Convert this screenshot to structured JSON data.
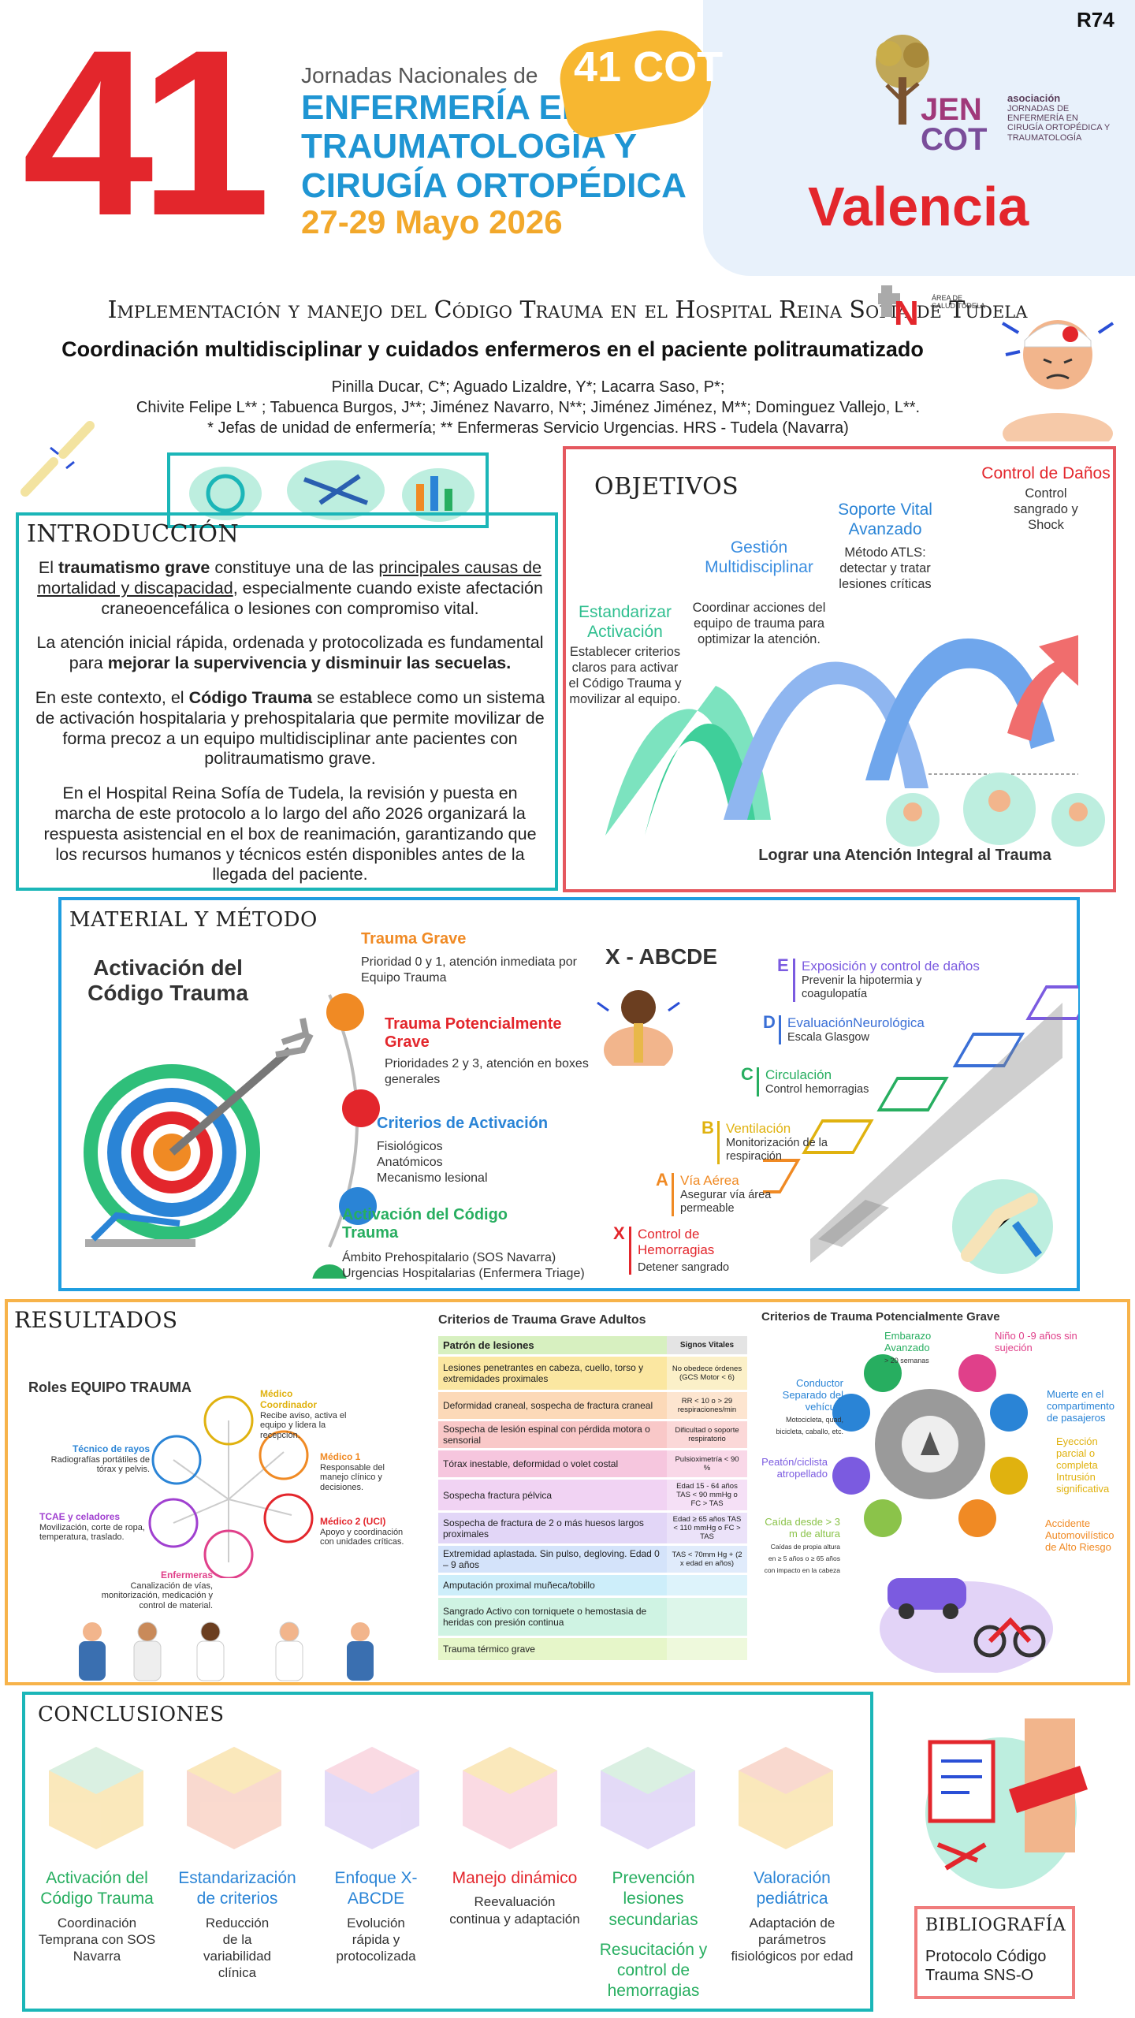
{
  "header": {
    "number": "41",
    "jornadas": "Jornadas Nacionales de",
    "title": "ENFERMERÍA EN TRAUMATOLOGÍA Y CIRUGÍA ORTOPÉDICA",
    "dates": "27-29 Mayo 2026",
    "badge": "41 COT",
    "code": "R74",
    "city": "Valencia",
    "assoc_title": "asociación",
    "assoc_text": "JORNADAS DE ENFERMERÍA EN CIRUGÍA ORTOPÉDICA Y TRAUMATOLOGÍA",
    "jen": "JEN",
    "cot": "COT"
  },
  "title": {
    "main": "Implementación y manejo del Código Trauma en el Hospital Reina Sofía de Tudela",
    "sub": "Coordinación multidisciplinar y cuidados enfermeros en el paciente politraumatizado",
    "authors1": "Pinilla Ducar, C*; Aguado Lizaldre, Y*; Lacarra Saso, P*;",
    "authors2": "Chivite Felipe L** ; Tabuenca Burgos, J**; Jiménez Navarro, N**; Jiménez Jiménez, M**; Dominguez Vallejo, L**.",
    "authors3": "* Jefas de unidad de enfermería; ** Enfermeras Servicio Urgencias. HRS - Tudela (Navarra)",
    "area": "ÁREA DE SALUD TUDELA"
  },
  "intro": {
    "heading": "INTRODUCCIÓN",
    "p1_a": "El ",
    "p1_b": "traumatismo grave",
    "p1_c": " constituye una de las ",
    "p1_d": "principales causas de mortalidad y discapacidad",
    "p1_e": ", especialmente cuando existe afectación craneoencefálica o lesiones con compromiso vital.",
    "p2_a": "La atención inicial rápida, ordenada y protocolizada es fundamental para ",
    "p2_b": "mejorar la supervivencia y disminuir las secuelas.",
    "p3_a": "En este contexto, el ",
    "p3_b": "Código Trauma",
    "p3_c": " se establece como un sistema de activación hospitalaria y prehospitalaria que permite movilizar de forma precoz a un equipo multidisciplinar ante pacientes con politraumatismo grave.",
    "p4": "En el Hospital Reina Sofía de Tudela, la revisión y puesta en marcha de este protocolo a lo largo del año 2026 organizará la respuesta asistencial en el box de reanimación, garantizando que los recursos humanos y técnicos estén disponibles antes de la llegada del paciente."
  },
  "objectives": {
    "heading": "OBJETIVOS",
    "o1_h": "Estandarizar Activación",
    "o1_d": "Establecer criterios claros para activar el Código Trauma y movilizar al equipo.",
    "o2_h": "Gestión Multidisciplinar",
    "o2_d": "Coordinar acciones del equipo de trauma para optimizar la atención.",
    "o3_h": "Soporte Vital Avanzado",
    "o3_d": "Método ATLS: detectar y tratar lesiones críticas",
    "o4_h": "Control de Daños",
    "o4_d": "Control sangrado y Shock",
    "footer": "Lograr una Atención Integral al Trauma",
    "colors": {
      "o1": "#2fbf8f",
      "o2": "#3a8de0",
      "o3": "#2a84d6",
      "o4": "#e3262c"
    }
  },
  "material": {
    "heading": "MATERIAL Y MÉTODO",
    "activation_title": "Activación del Código Trauma",
    "items": [
      {
        "title": "Trauma Grave",
        "desc": "Prioridad 0 y 1, atención inmediata por Equipo Trauma",
        "color": "#f08a24"
      },
      {
        "title": "Trauma Potencialmente Grave",
        "desc": "Prioridades 2 y 3, atención en boxes generales",
        "color": "#e3262c"
      },
      {
        "title": "Criterios de Activación",
        "desc": "Fisiológicos\nAnatómicos\nMecanismo lesional",
        "color": "#2a84d6"
      },
      {
        "title": "Activación del Código Trauma",
        "desc": "Ámbito Prehospitalario (SOS Navarra)\nUrgencias Hospitalarias (Enfermera Triage)",
        "color": "#27ae60"
      }
    ],
    "abcde_title": "X - ABCDE",
    "steps": [
      {
        "letter": "E",
        "head": "Exposición y control de daños",
        "desc": "Prevenir la hipotermia y coagulopatía",
        "color": "#7b5be0"
      },
      {
        "letter": "D",
        "head": "EvaluaciónNeurológica",
        "desc": "Escala Glasgow",
        "color": "#3a6fd6"
      },
      {
        "letter": "C",
        "head": "Circulación",
        "desc": "Control hemorragias",
        "color": "#27ae60"
      },
      {
        "letter": "B",
        "head": "Ventilación",
        "desc": "Monitorización de la respiración",
        "color": "#e0b20f"
      },
      {
        "letter": "A",
        "head": "Vía Aérea",
        "desc": "Asegurar vía área permeable",
        "color": "#f08a24"
      },
      {
        "letter": "X",
        "head": "Control de Hemorragias",
        "desc": "Detener sangrado",
        "color": "#e3262c"
      }
    ]
  },
  "results": {
    "heading": "RESULTADOS",
    "roles_title": "Roles EQUIPO TRAUMA",
    "roles": [
      {
        "name": "Médico Coordinador",
        "desc": "Recibe aviso, activa el equipo y lidera la recepción.",
        "color": "#e0b20f"
      },
      {
        "name": "Médico 1",
        "desc": "Responsable del manejo clínico y decisiones.",
        "color": "#f08a24"
      },
      {
        "name": "Médico 2 (UCI)",
        "desc": "Apoyo y coordinación con unidades críticas.",
        "color": "#e3262c"
      },
      {
        "name": "Enfermeras",
        "desc": "Canalización de vías, monitorización, medicación y control de material.",
        "color": "#e0408a"
      },
      {
        "name": "TCAE y celadores",
        "desc": "Movilización, corte de ropa, temperatura, traslado.",
        "color": "#a040d0"
      },
      {
        "name": "Técnico de rayos",
        "desc": "Radiografías portátiles de tórax y pelvis.",
        "color": "#2a84d6"
      }
    ],
    "table_title": "Criterios de Trauma Grave Adultos",
    "table_head1": "Patrón de lesiones",
    "table_head2": "Signos Vitales",
    "rows": [
      {
        "lesion": "Lesiones penetrantes en cabeza, cuello, torso y extremidades proximales",
        "vital": "No obedece órdenes (GCS Motor < 6)",
        "color": "#fbe7a1"
      },
      {
        "lesion": "Deformidad craneal, sospecha de fractura craneal",
        "vital": "RR < 10 o > 29 respiraciones/min",
        "color": "#fcd9b8"
      },
      {
        "lesion": "Sospecha de lesión espinal con pérdida motora o sensorial",
        "vital": "Dificultad o soporte respiratorio",
        "color": "#f9c8c8"
      },
      {
        "lesion": "Tórax inestable, deformidad o volet costal",
        "vital": "Pulsioximetría < 90 %",
        "color": "#f6c6de"
      },
      {
        "lesion": "Sospecha fractura pélvica",
        "vital": "Edad 15 - 64 años TAS < 90 mmHg o FC > TAS",
        "color": "#f1d3f3"
      },
      {
        "lesion": "Sospecha de fractura de 2 o más huesos largos proximales",
        "vital": "Edad ≥ 65 años TAS < 110 mmHg o FC > TAS",
        "color": "#e2d6f7"
      },
      {
        "lesion": "Extremidad aplastada. Sin pulso, degloving. Edad 0 – 9 años",
        "vital": "TAS < 70mm Hg + (2 x edad en años)",
        "color": "#d4e3fa"
      },
      {
        "lesion": "Amputación proximal muñeca/tobillo",
        "vital": "",
        "color": "#cdeefa"
      },
      {
        "lesion": "Sangrado Activo con torniquete o hemostasia de heridas con presión continua",
        "vital": "",
        "color": "#cff3e3"
      },
      {
        "lesion": "Trauma térmico grave",
        "vital": "",
        "color": "#e6f6c9"
      }
    ],
    "gear_title": "Criterios de Trauma Potencialmente Grave",
    "gears": [
      {
        "name": "Embarazo Avanzado",
        "desc": "> 20 semanas",
        "color": "#27ae60"
      },
      {
        "name": "Niño 0 -9 años sin sujeción",
        "desc": "",
        "color": "#e0408a"
      },
      {
        "name": "Conductor Separado del vehículo",
        "desc": "Motocicleta, quad, bicicleta, caballo, etc.",
        "color": "#2a84d6"
      },
      {
        "name": "Muerte en el compartimento de pasajeros",
        "desc": "",
        "color": "#2a84d6"
      },
      {
        "name": "Peatón/ciclista atropellado",
        "desc": "",
        "color": "#7b5be0"
      },
      {
        "name": "Eyección parcial o completa Intrusión significativa",
        "desc": "",
        "color": "#e0b20f"
      },
      {
        "name": "Caída desde > 3 m de altura",
        "desc": "Caídas de propia altura en ≥ 5 años o ≥ 65 años con impacto en la cabeza",
        "color": "#8bc34a"
      },
      {
        "name": "Accidente Automovilístico de Alto Riesgo",
        "desc": "",
        "color": "#f08a24"
      }
    ]
  },
  "conclusions": {
    "heading": "CONCLUSIONES",
    "cols": [
      {
        "h": "Activación del Código Trauma",
        "d": "Coordinación Temprana con SOS Navarra",
        "h2": "",
        "color": "#27ae60"
      },
      {
        "h": "Estandarización de criterios",
        "d": "Reducción de la variabilidad clínica",
        "h2": "",
        "color": "#2a84d6"
      },
      {
        "h": "Enfoque X-ABCDE",
        "d": "Evolución rápida y protocolizada",
        "h2": "",
        "color": "#2a84d6"
      },
      {
        "h": "Manejo dinámico",
        "d": "Reevaluación continua y adaptación",
        "h2": "",
        "color": "#e3262c"
      },
      {
        "h": "Prevención lesiones secundarias",
        "d": "",
        "h2": "Resucitación y control de hemorragias",
        "color": "#27ae60"
      },
      {
        "h": "Valoración pediátrica",
        "d": "Adaptación de parámetros fisiológicos por edad",
        "h2": "",
        "color": "#2a84d6"
      }
    ]
  },
  "bibliography": {
    "heading": "BIBLIOGRAFÍA",
    "text": "Protocolo Código Trauma SNS-O"
  }
}
